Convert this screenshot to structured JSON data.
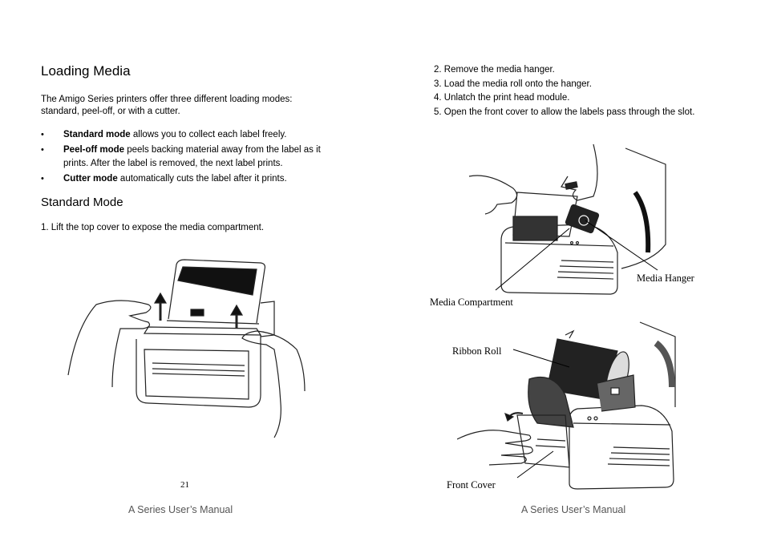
{
  "left_page": {
    "title": "Loading Media",
    "intro": "The Amigo Series printers offer three different loading modes: standard, peel-off, or with a cutter.",
    "bullets": [
      {
        "bold": "Standard mode",
        "text": " allows you to collect each label freely."
      },
      {
        "bold": "Peel-off mode",
        "text": " peels backing material away from the label as it prints. After the label is removed, the next label prints."
      },
      {
        "bold": "Cutter mode",
        "text": " automatically cuts the label after it prints."
      }
    ],
    "bullet_glyph": "•",
    "subtitle": "Standard Mode",
    "step1": "1. Lift the top cover to expose the media compartment.",
    "page_number": "21",
    "footer": "A Series User’s Manual"
  },
  "right_page": {
    "steps": [
      "2. Remove the media hanger.",
      "3. Load the media roll onto the hanger.",
      "4. Unlatch the print head module.",
      "5. Open the front cover to allow the labels pass through the slot."
    ],
    "callouts": {
      "media_hanger": "Media Hanger",
      "media_compartment": "Media Compartment",
      "ribbon_roll": "Ribbon Roll",
      "front_cover": "Front Cover"
    },
    "footer": "A Series User’s Manual"
  }
}
